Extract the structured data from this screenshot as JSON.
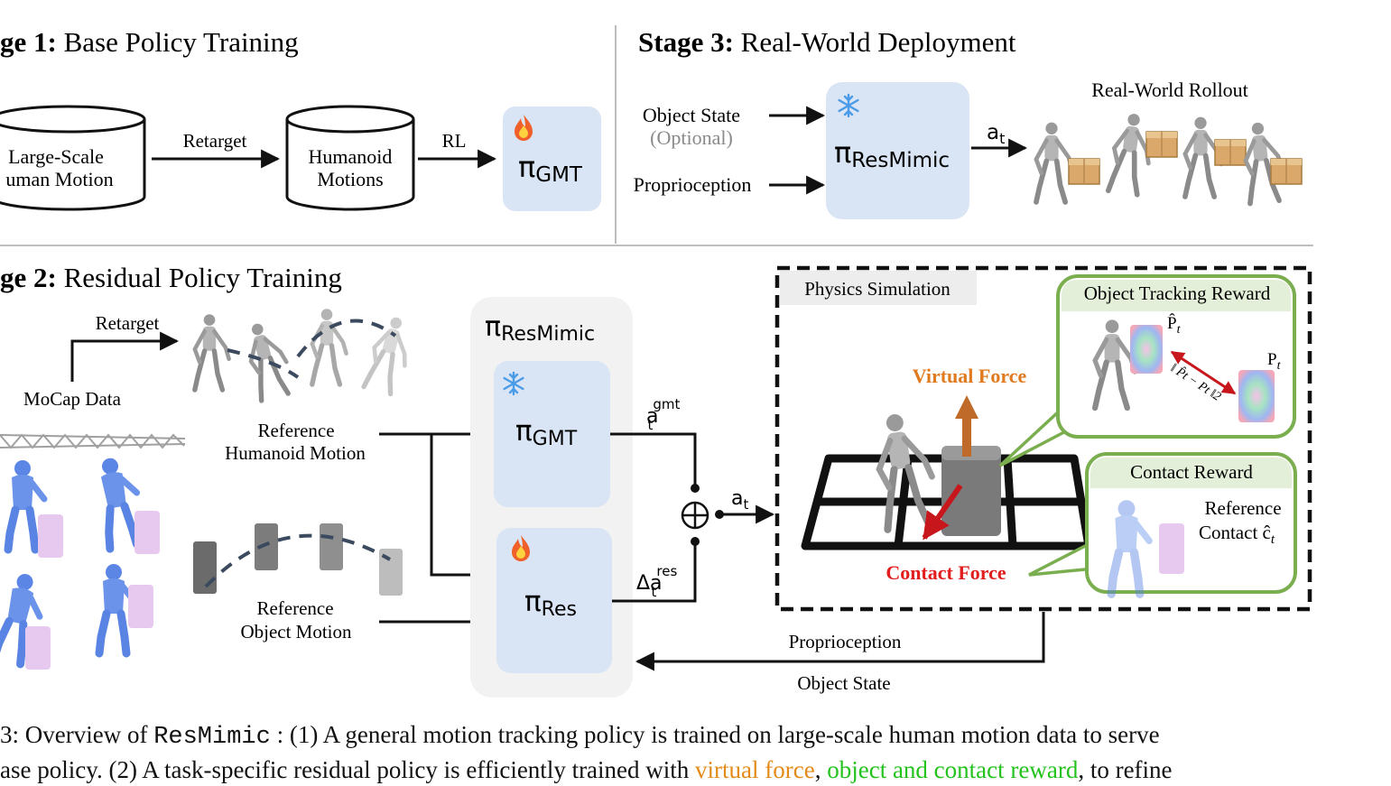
{
  "stage1": {
    "title_bold": "ge 1:",
    "title_rest": " Base Policy Training",
    "source_line1": "Large-Scale",
    "source_line2": "uman Motion",
    "retarget": "Retarget",
    "humanoid_line1": "Humanoid",
    "humanoid_line2": "Motions",
    "rl": "RL",
    "policy_pi": "π",
    "policy_sub": "GMT"
  },
  "stage3": {
    "title_bold": "Stage 3:",
    "title_rest": " Real-World Deployment",
    "object_state": "Object State",
    "optional": "(Optional)",
    "proprioception": "Proprioception",
    "policy_pi": "π",
    "policy_sub": "ResMimic",
    "action_a": "a",
    "action_sub": "t",
    "rollout_label": "Real-World Rollout"
  },
  "stage2": {
    "title_bold": "ge 2:",
    "title_rest": " Residual Policy Training",
    "retarget": "Retarget",
    "mocap": "MoCap Data",
    "ref_humanoid_line1": "Reference",
    "ref_humanoid_line2": "Humanoid Motion",
    "ref_object_line1": "Reference",
    "ref_object_line2": "Object Motion",
    "outer_pi": "π",
    "outer_sub": "ResMimic",
    "gmt_pi": "π",
    "gmt_sub": "GMT",
    "res_pi": "π",
    "res_sub": "Res",
    "a_gmt": "a",
    "a_gmt_sub": "t",
    "a_gmt_sup": "gmt",
    "a_res_delta": "Δa",
    "a_res_sub": "t",
    "a_res_sup": "res",
    "sum_a": "a",
    "sum_sub": "t",
    "physics": "Physics Simulation",
    "virtual_force": "Virtual Force",
    "contact_force": "Contact Force",
    "tracking_reward": "Object Tracking Reward",
    "p_hat": "P̂",
    "p_hat_sub": "t",
    "p": "P",
    "p_sub": "t",
    "norm": "‖ P̂t − Pt ‖2",
    "contact_reward": "Contact Reward",
    "ref_contact_line1": "Reference",
    "ref_contact_line2": "Contact ĉ",
    "ref_contact_sub": "t",
    "proprioception": "Proprioception",
    "object_state": "Object State"
  },
  "caption": {
    "line1_a": "3: Overview of ",
    "line1_mono": "ResMimic",
    "line1_b": " : (1) A general motion tracking policy is trained on large-scale human motion data to serve",
    "line2_a": "ase policy. (2) A task-specific residual policy is efficiently trained with ",
    "line2_orange": "virtual force",
    "line2_comma": ", ",
    "line2_green": "object and contact reward",
    "line2_b": ", to refine"
  },
  "colors": {
    "policy_box": "#d9e4f5",
    "outer_box": "#f2f2f2",
    "green_border": "#7aae4f",
    "green_header": "#e3efd9",
    "virtual_force": "#e07a1f",
    "contact_force": "#e11d1d",
    "snowflake": "#4a9be8",
    "fire": "#f0602a"
  },
  "icons": {
    "frozen": "snowflake-icon",
    "trainable": "fire-icon"
  }
}
